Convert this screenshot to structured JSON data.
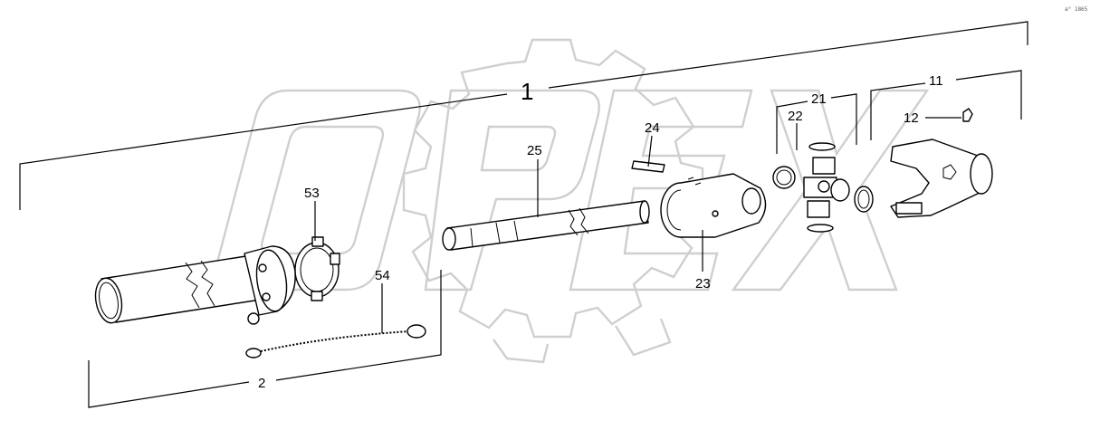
{
  "ref_code": "a° 1865",
  "watermark_text": "OPEX",
  "colors": {
    "ink": "#000000",
    "watermark": "#cfcfcf",
    "background": "#ffffff"
  },
  "callouts": {
    "c1": "1",
    "c2": "2",
    "c11": "11",
    "c12": "12",
    "c21": "21",
    "c22": "22",
    "c23": "23",
    "c24": "24",
    "c25": "25",
    "c53": "53",
    "c54": "54"
  }
}
